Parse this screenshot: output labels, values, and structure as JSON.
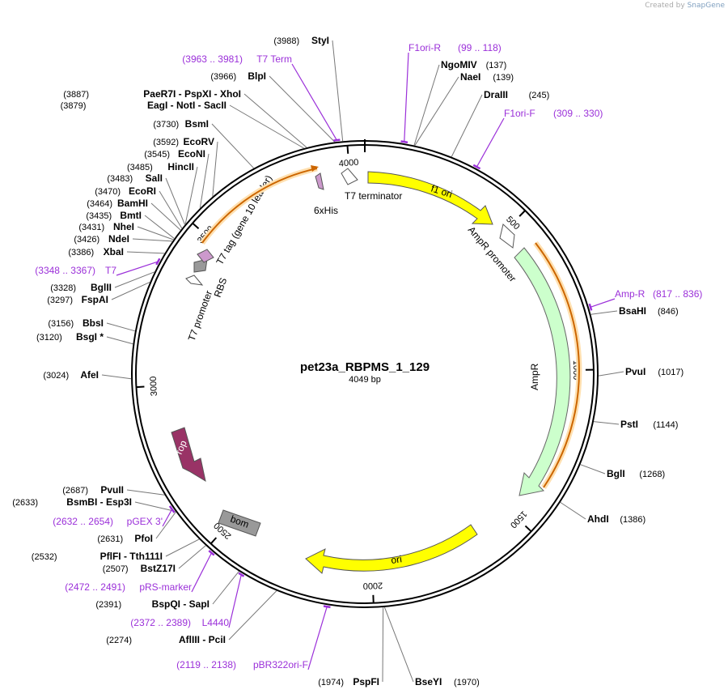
{
  "credit": {
    "prefix": "Created by",
    "brand": "SnapGene"
  },
  "plasmid": {
    "name": "pet23a_RBPMS_1_129",
    "length": "4049 bp"
  },
  "ticks": [
    "500",
    "1000",
    "1500",
    "2000",
    "2500",
    "3000",
    "3500",
    "4000"
  ],
  "sites_right": [
    {
      "name": "NgoMIV",
      "pos": "(137)"
    },
    {
      "name": "NaeI",
      "pos": "(139)"
    },
    {
      "name": "DraIII",
      "pos": "(245)"
    },
    {
      "name": "BsaHI",
      "pos": "(846)"
    },
    {
      "name": "PvuI",
      "pos": "(1017)"
    },
    {
      "name": "PstI",
      "pos": "(1144)"
    },
    {
      "name": "BglI",
      "pos": "(1268)"
    },
    {
      "name": "AhdI",
      "pos": "(1386)"
    },
    {
      "name": "BseYI",
      "pos": "(1970)"
    }
  ],
  "sites_left": [
    {
      "name": "StyI",
      "pos": "(3988)"
    },
    {
      "name": "BlpI",
      "pos": "(3966)"
    },
    {
      "name": "PaeR7I  -  PspXI  -  XhoI",
      "pos": "(3887)"
    },
    {
      "name": "EagI  -  NotI  -  SacII",
      "pos": "(3879)"
    },
    {
      "name": "BsmI",
      "pos": "(3730)"
    },
    {
      "name": "EcoRV",
      "pos": "(3592)"
    },
    {
      "name": "EcoNI",
      "pos": "(3545)"
    },
    {
      "name": "HincII",
      "pos": "(3485)"
    },
    {
      "name": "SalI",
      "pos": "(3483)"
    },
    {
      "name": "EcoRI",
      "pos": "(3470)"
    },
    {
      "name": "BamHI",
      "pos": "(3464)"
    },
    {
      "name": "BmtI",
      "pos": "(3435)"
    },
    {
      "name": "NheI",
      "pos": "(3431)"
    },
    {
      "name": "NdeI",
      "pos": "(3426)"
    },
    {
      "name": "XbaI",
      "pos": "(3386)"
    },
    {
      "name": "BglII",
      "pos": "(3328)"
    },
    {
      "name": "FspAI",
      "pos": "(3297)"
    },
    {
      "name": "BbsI",
      "pos": "(3156)"
    },
    {
      "name": "BsgI *",
      "pos": "(3120)"
    },
    {
      "name": "AfeI",
      "pos": "(3024)"
    },
    {
      "name": "PvuII",
      "pos": "(2687)"
    },
    {
      "name": "BsmBI  -  Esp3I",
      "pos": "(2633)"
    },
    {
      "name": "PfoI",
      "pos": "(2631)"
    },
    {
      "name": "PflFI  -  Tth111I",
      "pos": "(2532)"
    },
    {
      "name": "BstZ17I",
      "pos": "(2507)"
    },
    {
      "name": "BspQI  -  SapI",
      "pos": "(2391)"
    },
    {
      "name": "AflIII  -  PciI",
      "pos": "(2274)"
    },
    {
      "name": "PspFI",
      "pos": "(1974)"
    }
  ],
  "primers": [
    {
      "name": "F1ori-R",
      "range": "(99 .. 118)"
    },
    {
      "name": "F1ori-F",
      "range": "(309 .. 330)"
    },
    {
      "name": "Amp-R",
      "range": "(817 .. 836)"
    },
    {
      "name": "T7 Term",
      "range": "(3963 .. 3981)"
    },
    {
      "name": "T7",
      "range": "(3348 .. 3367)"
    },
    {
      "name": "pGEX 3'",
      "range": "(2632 .. 2654)"
    },
    {
      "name": "pRS-marker",
      "range": "(2472 .. 2491)"
    },
    {
      "name": "L4440",
      "range": "(2372 .. 2389)"
    },
    {
      "name": "pBR322ori-F",
      "range": "(2119 .. 2138)"
    }
  ],
  "features": {
    "f1_ori": "f1 ori",
    "ampr_promoter": "AmpR promoter",
    "ampr": "AmpR",
    "ori": "ori",
    "bom": "bom",
    "rop": "rop",
    "t7_promoter": "T7 promoter",
    "rbs": "RBS",
    "t7_tag": "T7 tag (gene 10 leader)",
    "his_tag": "6xHis",
    "t7_terminator": "T7 terminator"
  },
  "colors": {
    "primer": "#9b30d9",
    "f1ori": "#ffff00",
    "ampr": "#ccffcc",
    "rop": "#993366",
    "bom": "#999999",
    "orf": "#ff9900",
    "tag": "#cc99cc"
  }
}
